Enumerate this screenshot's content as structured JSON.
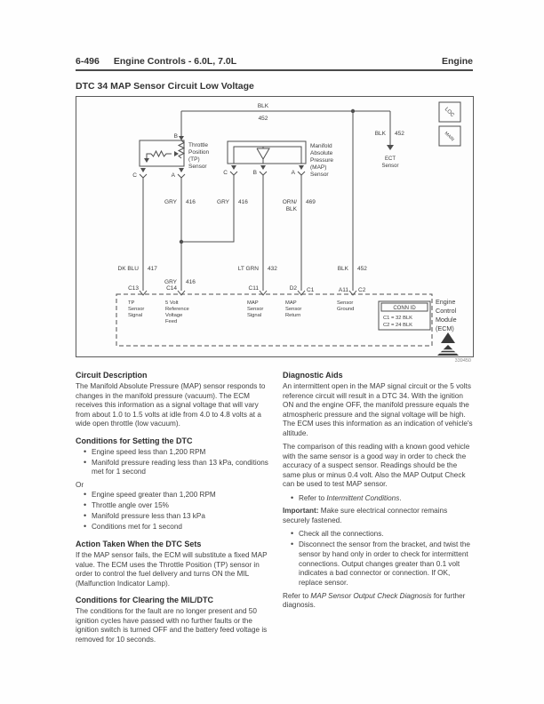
{
  "header": {
    "page_number": "6-496",
    "section_title": "Engine Controls - 6.0L, 7.0L",
    "chapter": "Engine"
  },
  "dtc_title": "DTC 34 MAP Sensor Circuit Low Voltage",
  "figure_number": "339450",
  "diagram": {
    "loc_link": "LOC",
    "main_link": "MAIN",
    "top_wire": {
      "color": "BLK",
      "circuit": "452"
    },
    "ect_branch_wire": {
      "color": "BLK",
      "circuit": "452"
    },
    "ect_sensor": {
      "line1": "ECT",
      "line2": "Sensor"
    },
    "tp_sensor": {
      "terminal_b": "B",
      "terminal_c": "C",
      "terminal_a": "A",
      "name": [
        "Throttle",
        "Position",
        "(TP)",
        "Sensor"
      ]
    },
    "map_sensor": {
      "terminal_c": "C",
      "terminal_b": "B",
      "terminal_a": "A",
      "name": [
        "Manifold",
        "Absolute",
        "Pressure",
        "(MAP)",
        "Sensor"
      ]
    },
    "wires": {
      "gry_tp": {
        "color": "GRY",
        "circuit": "416"
      },
      "gry_map": {
        "color": "GRY",
        "circuit": "416"
      },
      "orn_blk": {
        "color_line1": "ORN/",
        "color_line2": "BLK",
        "circuit": "469"
      },
      "dk_blu": {
        "color": "DK BLU",
        "circuit": "417"
      },
      "gry_lower": {
        "color": "GRY",
        "circuit": "416"
      },
      "lt_grn": {
        "color": "LT GRN",
        "circuit": "432"
      },
      "blk_ground": {
        "color": "BLK",
        "circuit": "452"
      }
    },
    "terminals": {
      "c13": "C13",
      "c14": "C14",
      "c11": "C11",
      "d2": "D2",
      "c1": "C1",
      "a11": "A11",
      "c2": "C2"
    },
    "pin_functions": {
      "tp_signal": [
        "TP",
        "Sensor",
        "Signal"
      ],
      "five_volt_ref": [
        "5 Volt",
        "Reference",
        "Voltage",
        "Feed"
      ],
      "map_signal": [
        "MAP",
        "Sensor",
        "Signal"
      ],
      "map_return": [
        "MAP",
        "Sensor",
        "Return"
      ],
      "sensor_ground": [
        "Sensor",
        "Ground"
      ]
    },
    "conn_id": {
      "title": "CONN ID",
      "row1": "C1 = 32 BLK",
      "row2": "C2 = 24 BLK"
    },
    "ecm_label": [
      "Engine",
      "Control",
      "Module",
      "(ECM)"
    ]
  },
  "circuit_description": {
    "heading": "Circuit Description",
    "body": "The Manifold Absolute Pressure (MAP) sensor responds to changes in the manifold pressure (vacuum). The ECM receives this information as a signal voltage that will vary from about 1.0 to 1.5 volts at idle from 4.0 to 4.8 volts at a wide open throttle (low vacuum)."
  },
  "conditions_setting": {
    "heading": "Conditions for Setting the DTC",
    "bullets_first": [
      "Engine speed less than 1,200 RPM",
      "Manifold pressure reading less than 13 kPa, conditions met for 1 second"
    ],
    "or_label": "Or",
    "bullets_second": [
      "Engine speed greater than 1,200 RPM",
      "Throttle angle over 15%",
      "Manifold pressure less than 13 kPa",
      "Conditions met for 1 second"
    ]
  },
  "action_taken": {
    "heading": "Action Taken When the DTC Sets",
    "body": "If the MAP sensor fails, the ECM will substitute a fixed MAP value. The ECM uses the Throttle Position (TP) sensor in order to control the fuel delivery and turns ON the MIL (Malfunction Indicator Lamp)."
  },
  "conditions_clearing": {
    "heading": "Conditions for Clearing the MIL/DTC",
    "body": "The conditions for the fault are no longer present and 50 ignition cycles have passed with no further faults or the ignition switch is turned OFF and the battery feed voltage is removed for 10 seconds."
  },
  "diagnostic_aids": {
    "heading": "Diagnostic Aids",
    "para1": "An intermittent open in the MAP signal circuit or the 5 volts reference circuit will result in a DTC 34. With the ignition ON and the engine OFF, the manifold pressure equals the atmospheric pressure and the signal voltage will be high. The ECM uses this information as an indication of vehicle's altitude.",
    "para2": "The comparison of this reading with a known good vehicle with the same sensor is a good way in order to check the accuracy of a suspect sensor. Readings should be the same plus or minus 0.4 volt. Also the MAP Output Check can be used to test MAP sensor.",
    "refer_bullet": {
      "pre": "Refer to ",
      "italic": "Intermittent Conditions",
      "post": "."
    },
    "important_label": "Important:",
    "important_text": " Make sure electrical connector remains securely fastened.",
    "bullets": [
      "Check all the connections.",
      "Disconnect the sensor from the bracket, and twist the sensor by hand only in order to check for intermittent connections. Output changes greater than 0.1 volt indicates a bad connector or connection. If OK, replace sensor."
    ],
    "refer_final": {
      "pre": "Refer to ",
      "italic": "MAP Sensor Output Check Diagnosis",
      "post": " for further diagnosis."
    }
  }
}
